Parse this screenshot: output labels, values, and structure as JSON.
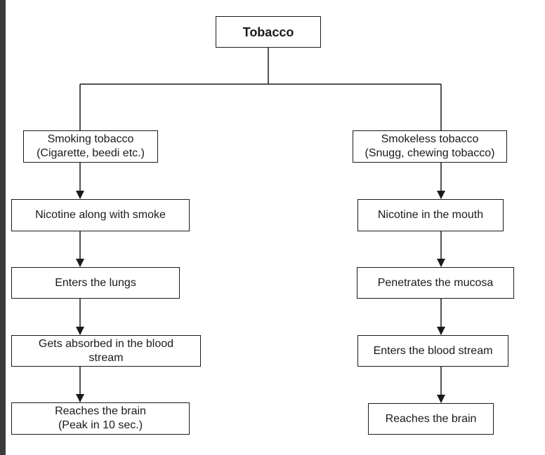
{
  "root": {
    "label": "Tobacco"
  },
  "left_branch": {
    "head": {
      "line1": "Smoking tobacco",
      "line2": "(Cigarette, beedi etc.)"
    },
    "steps": [
      {
        "line1": "Nicotine along with smoke",
        "line2": ""
      },
      {
        "line1": "Enters the lungs",
        "line2": ""
      },
      {
        "line1": "Gets absorbed in the blood",
        "line2": "stream"
      },
      {
        "line1": "Reaches the brain",
        "line2": "(Peak in 10 sec.)"
      }
    ]
  },
  "right_branch": {
    "head": {
      "line1": "Smokeless tobacco",
      "line2": "(Snugg, chewing tobacco)"
    },
    "steps": [
      {
        "line1": "Nicotine in the mouth",
        "line2": ""
      },
      {
        "line1": "Penetrates the mucosa",
        "line2": ""
      },
      {
        "line1": "Enters the blood stream",
        "line2": ""
      },
      {
        "line1": "Reaches the brain",
        "line2": ""
      }
    ]
  },
  "colors": {
    "line": "#1a1a1a",
    "background": "#ffffff",
    "frame_edge": "#3b3b3b"
  }
}
